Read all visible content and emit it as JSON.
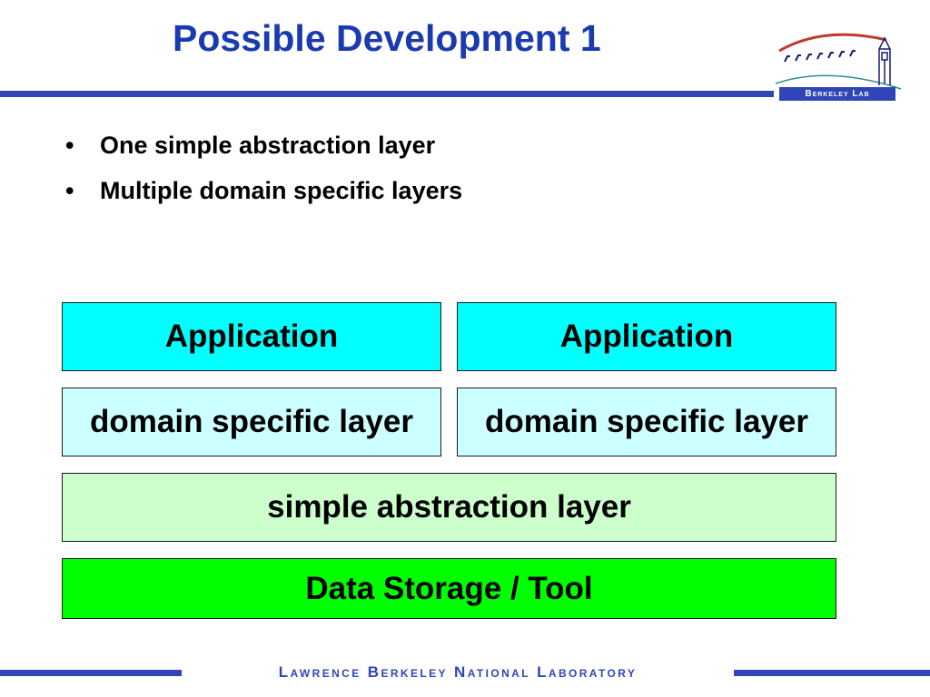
{
  "slide": {
    "title": "Possible Development 1",
    "bullets": [
      "One simple abstraction layer",
      "Multiple domain specific layers"
    ]
  },
  "diagram": {
    "application_left": "Application",
    "application_right": "Application",
    "domain_left": "domain specific layer",
    "domain_right": "domain specific layer",
    "abstraction": "simple abstraction layer",
    "storage": "Data Storage / Tool"
  },
  "logo": {
    "text": "Berkeley Lab"
  },
  "footer": {
    "text": "Lawrence Berkeley National Laboratory"
  },
  "colors": {
    "title": "#1a3ab0",
    "rule": "#2f45b8",
    "application": "#00ffff",
    "domain_layer": "#ccffff",
    "abstraction_layer": "#ccffcc",
    "storage_layer": "#00ff00"
  }
}
